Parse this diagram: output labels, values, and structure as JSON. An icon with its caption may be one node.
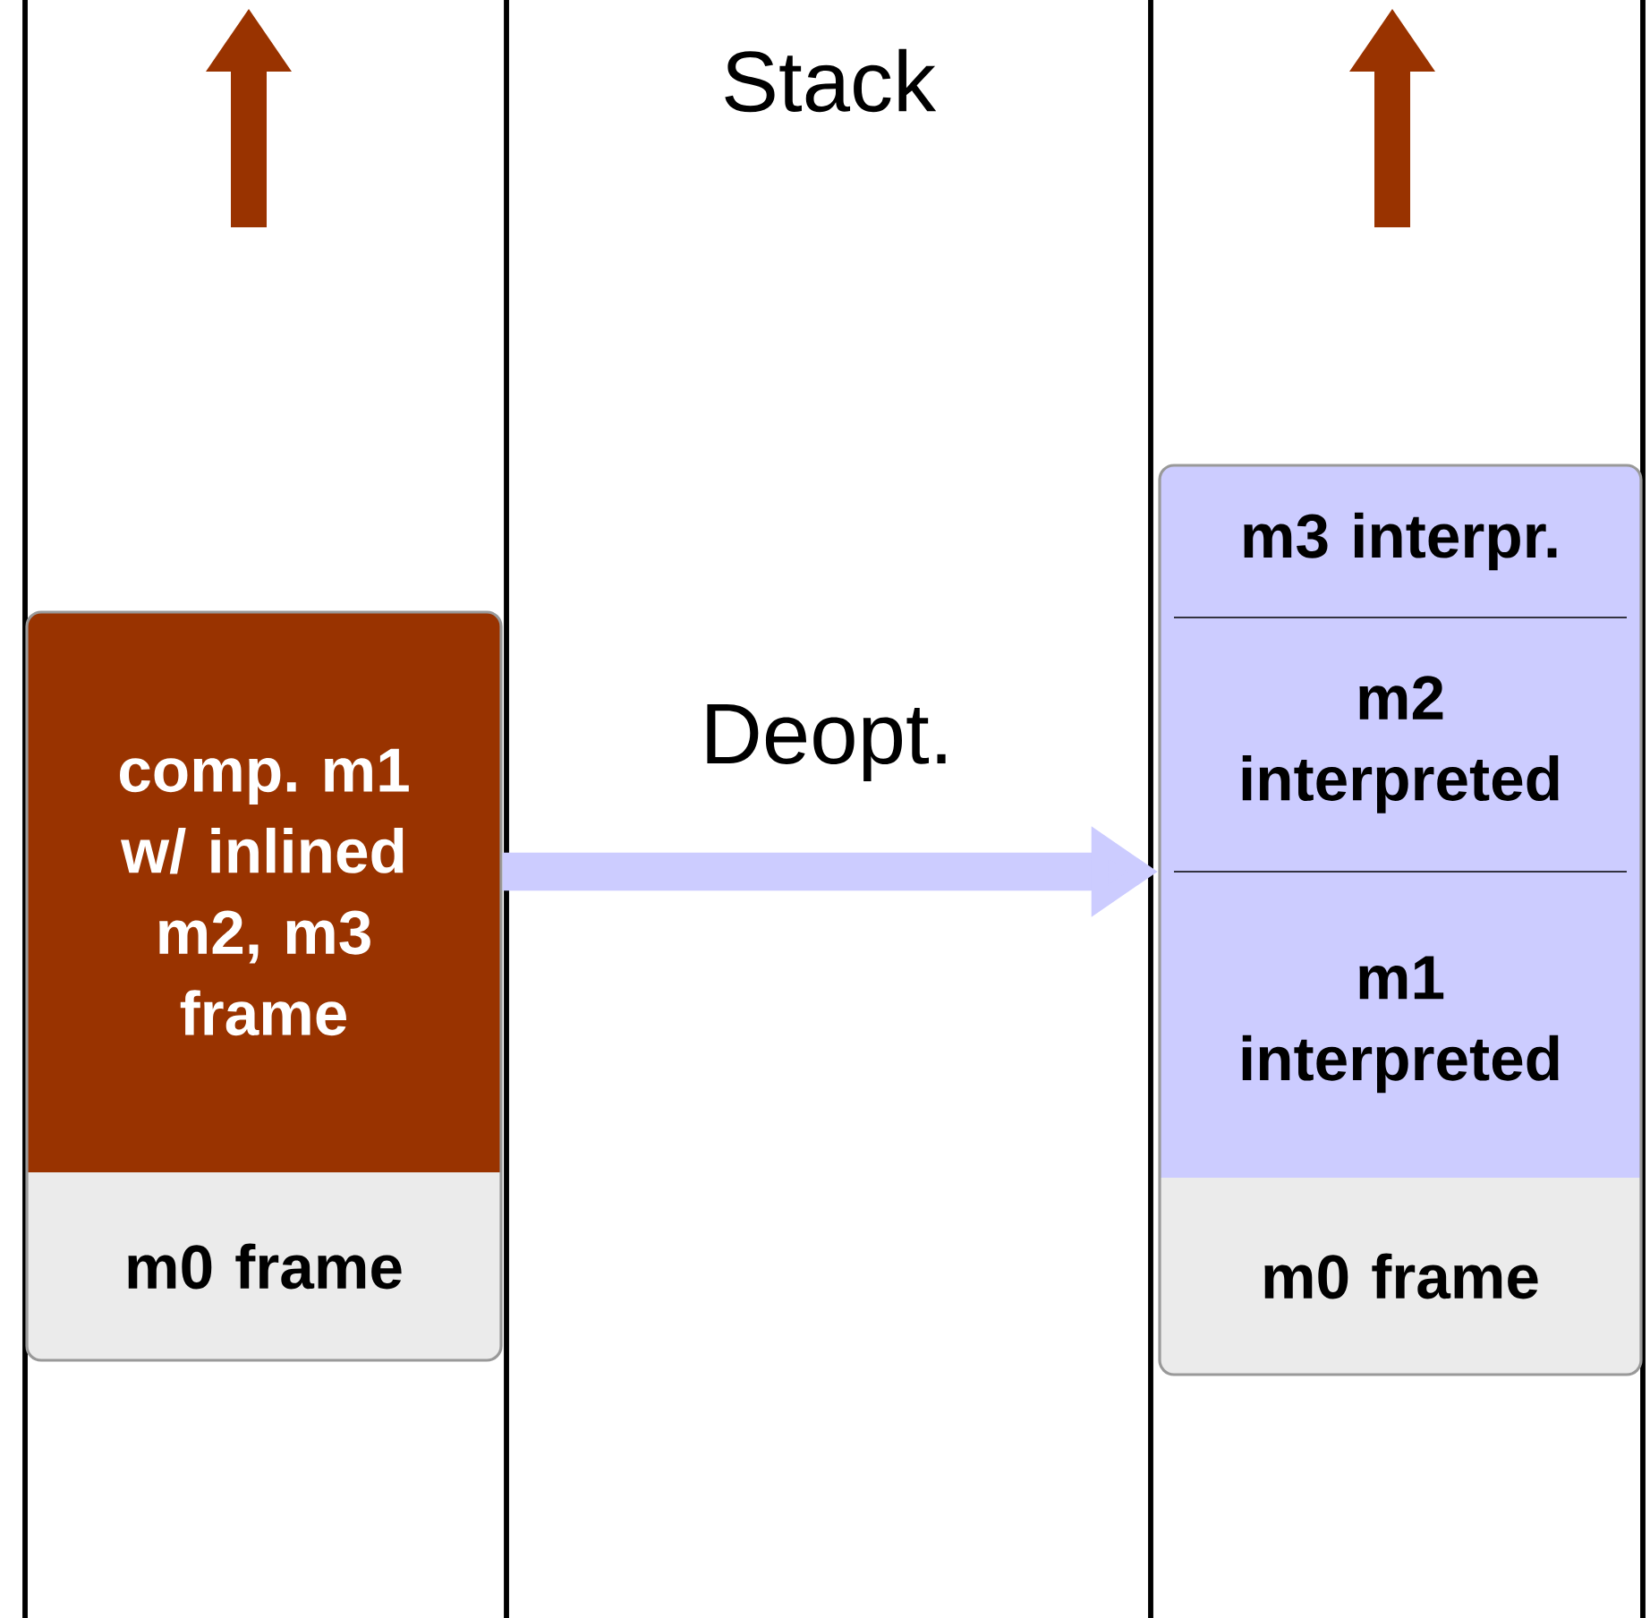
{
  "diagram": {
    "nodes": [
      {
        "text": [],
        "shape": "box"
      },
      {
        "text": [
          "comp. m1 w/ inlined m2, m3 frame"
        ],
        "in": 0
      },
      {
        "text": [
          "m0 frame"
        ],
        "in": 0
      },
      {
        "text": [],
        "shape": "box"
      },
      {
        "text": [
          "m3 interpr."
        ],
        "in": 3
      },
      {
        "text": [
          "m2 interpreted"
        ],
        "in": 3
      },
      {
        "text": [
          "m1 interpreted"
        ],
        "in": 3
      },
      {
        "text": [
          "m0 frame"
        ],
        "in": 3
      }
    ],
    "edges": [
      {
        "from": 0,
        "to": 3,
        "arrow": "to",
        "label": "Deopt.",
        "color": "#ccccff"
      }
    ],
    "labels": [
      "Stack"
    ]
  }
}
